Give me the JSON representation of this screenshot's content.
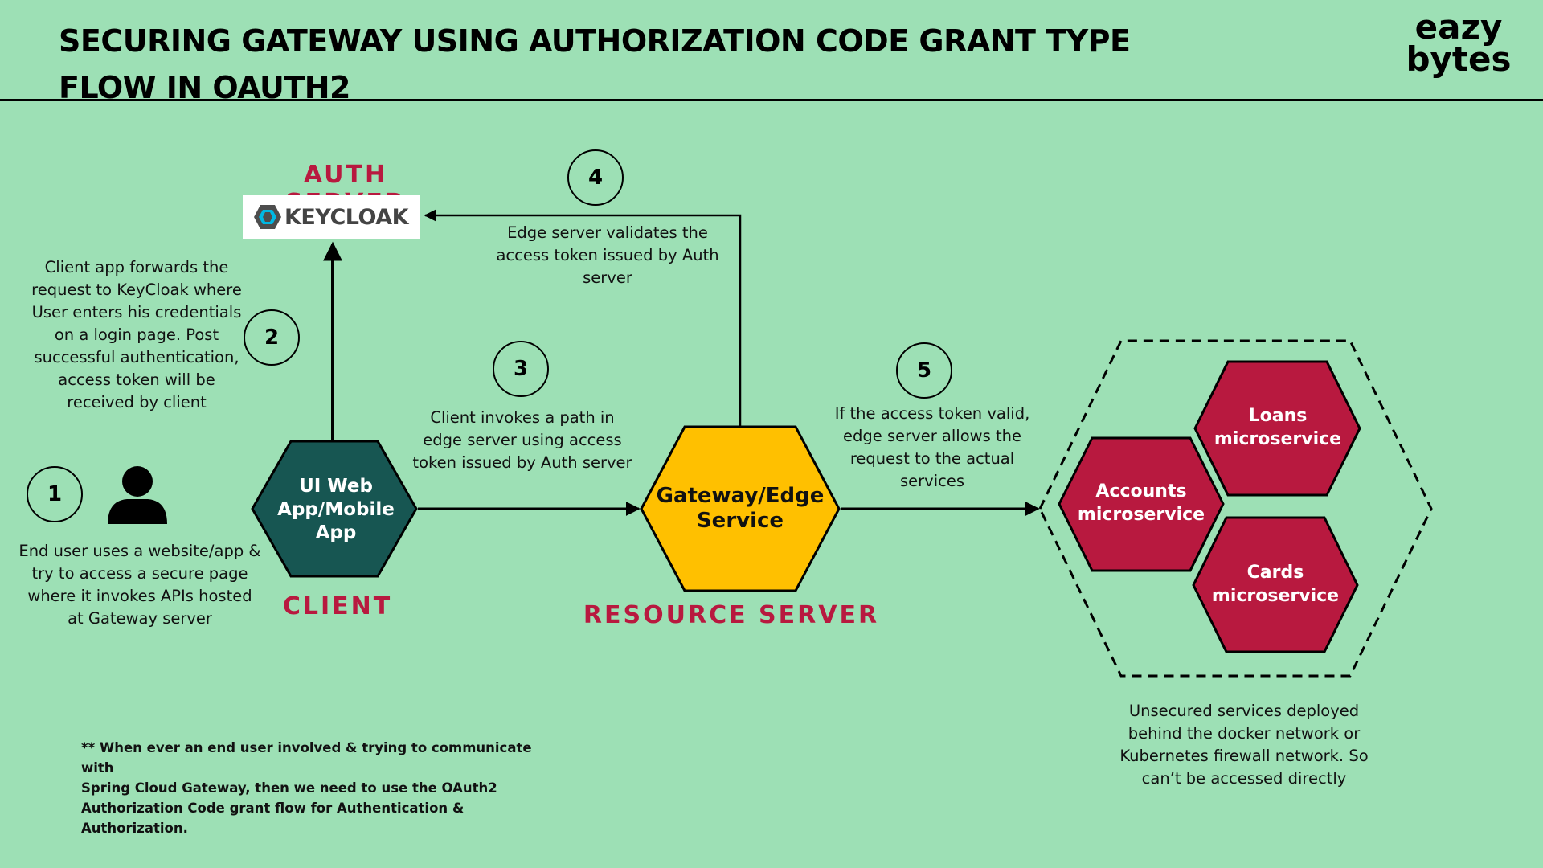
{
  "header": {
    "title_line1": "SECURING GATEWAY USING AUTHORIZATION CODE GRANT TYPE",
    "title_line2": "FLOW IN OAUTH2",
    "brand_line1": "eazy",
    "brand_line2": "bytes"
  },
  "roles": {
    "auth_server": "AUTH SERVER",
    "client": "CLIENT",
    "resource_server": "RESOURCE SERVER"
  },
  "keycloak": {
    "logo_text": "KEYCLOAK"
  },
  "nodes": {
    "client_app": {
      "line1": "UI Web",
      "line2": "App/Mobile",
      "line3": "App",
      "color": "#175652"
    },
    "gateway": {
      "line1": "Gateway/Edge",
      "line2": "Service",
      "color": "#ffc000"
    },
    "loans": {
      "line1": "Loans",
      "line2": "microservice",
      "color": "#b8193f"
    },
    "accounts": {
      "line1": "Accounts",
      "line2": "microservice",
      "color": "#b8193f"
    },
    "cards": {
      "line1": "Cards",
      "line2": "microservice",
      "color": "#b8193f"
    }
  },
  "steps": {
    "s1": "1",
    "s2": "2",
    "s3": "3",
    "s4": "4",
    "s5": "5"
  },
  "captions": {
    "step1": [
      "End user uses a website/app &",
      "try to access a secure page",
      "where it invokes APIs hosted",
      "at Gateway server"
    ],
    "step2": [
      "Client app forwards the",
      "request to KeyCloak where",
      "User enters his credentials",
      "on a login page. Post",
      "successful authentication,",
      "access token will be",
      "received by client"
    ],
    "step3": [
      "Client invokes a path in",
      "edge server using access",
      "token issued by Auth server"
    ],
    "step4": [
      "Edge server validates the",
      "access token issued by Auth",
      "server"
    ],
    "step5": [
      "If the access token valid,",
      "edge server allows the",
      "request to the actual",
      "services"
    ],
    "network": [
      "Unsecured services deployed",
      "behind the docker network or",
      "Kubernetes firewall network. So",
      "can’t be accessed directly"
    ]
  },
  "footnote": [
    "** When ever an end user involved & trying to communicate with",
    "Spring Cloud Gateway, then we need to use the OAuth2",
    "Authorization Code grant flow for Authentication & Authorization."
  ],
  "icons": {
    "user": "user-icon",
    "keycloak": "keycloak-logo-icon"
  },
  "colors": {
    "background": "#9de0b5",
    "accent_red": "#b8193f",
    "client_teal": "#175652",
    "gateway_yellow": "#ffc000"
  }
}
